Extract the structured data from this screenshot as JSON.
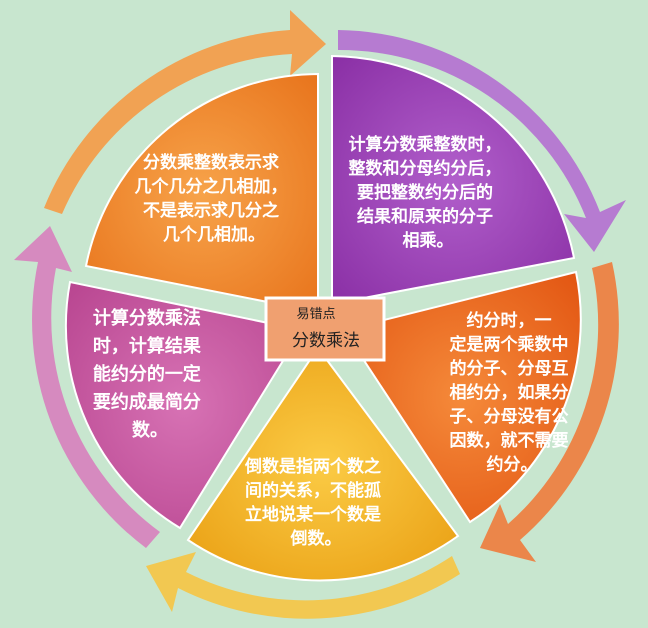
{
  "center": {
    "line1": "易错点",
    "line2": "分数乘法"
  },
  "segments": [
    {
      "id": "top-left",
      "color": "#f28a2a",
      "lines": [
        "分数乘整数表示求",
        "几个几分之几相加，",
        "不是表示求几分之",
        "几个几相加。"
      ]
    },
    {
      "id": "top-right",
      "color": "#a84bc0",
      "lines": [
        "计算分数乘整数时，",
        "整数和分母约分后，",
        "要把整数约分后的",
        "结果和原来的分子",
        "相乘。"
      ]
    },
    {
      "id": "right",
      "color": "#ef6a1c",
      "lines": [
        "约分时，一",
        "定是两个乘数中",
        "的分子、分母互",
        "相约分，如果分",
        "子、分母没有公",
        "因数，就不需要",
        "约分。"
      ]
    },
    {
      "id": "bottom",
      "color": "#f2b321",
      "lines": [
        "倒数是指两个数之",
        "间的关系，不能孤",
        "立地说某一个数是",
        "倒数。"
      ]
    },
    {
      "id": "left",
      "color": "#c8569e",
      "lines": [
        "计算分数乘法",
        "时，计算结果",
        "能约分的一定",
        "要约成最简分",
        "数。"
      ]
    }
  ],
  "colors": {
    "background": "#c8e6cf",
    "center_box": "#f0a070",
    "center_border": "#ffffff"
  }
}
